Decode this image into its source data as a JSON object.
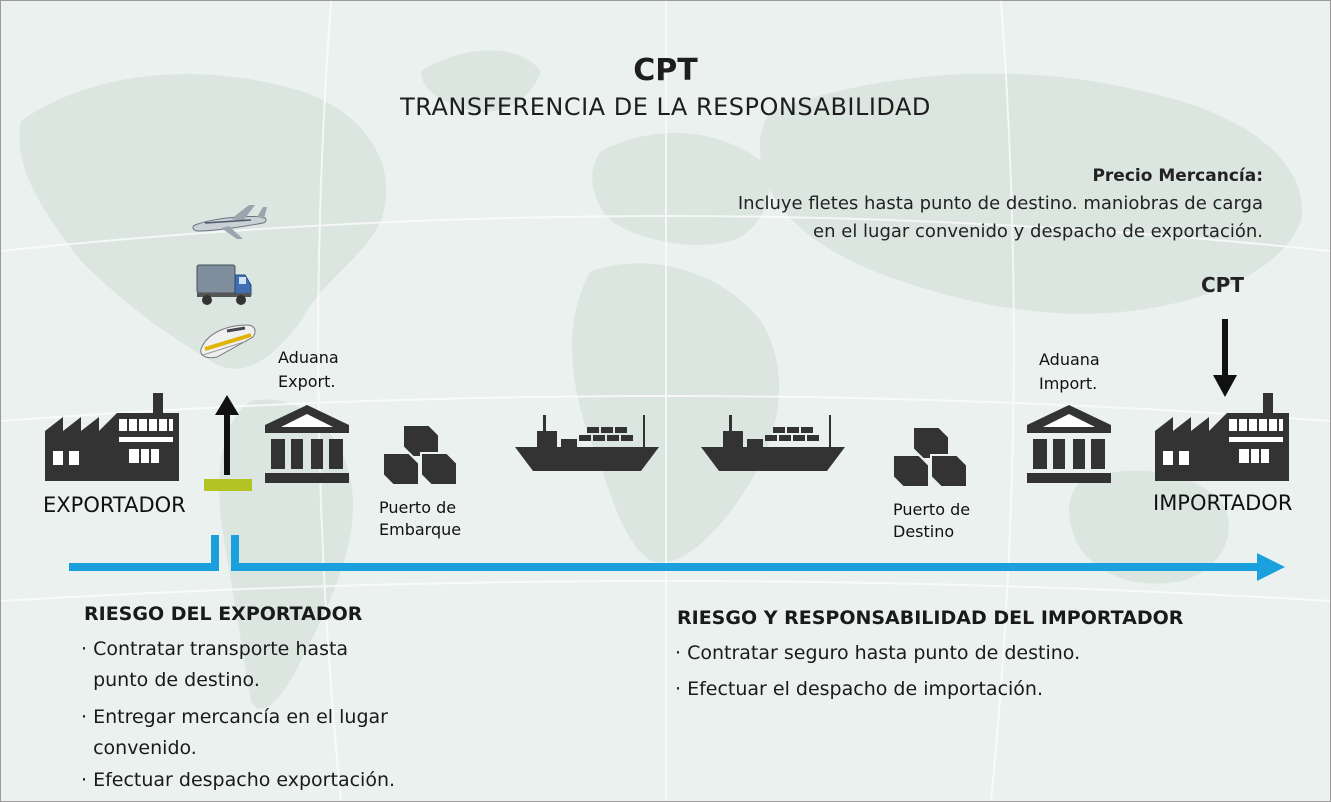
{
  "header": {
    "title": "CPT",
    "subtitle": "TRANSFERENCIA DE LA RESPONSABILIDAD"
  },
  "price_note": {
    "title": "Precio Mercancía:",
    "lines": [
      "Incluye fletes hasta punto de destino. maniobras de carga",
      "en el lugar convenido  y despacho de exportación."
    ]
  },
  "flow": {
    "exporter_label": "EXPORTADOR",
    "customs_export": [
      "Aduana",
      "Export."
    ],
    "port_loading": [
      "Puerto de",
      "Embarque"
    ],
    "port_destination": [
      "Puerto de",
      "Destino"
    ],
    "customs_import": [
      "Aduana",
      "Import."
    ],
    "importer_label": "IMPORTADOR",
    "transfer_point_label": "CPT"
  },
  "icons": {
    "exporter": "factory-icon",
    "importer": "factory-icon",
    "customs": "customs-building-icon",
    "port": "cargo-boxes-icon",
    "ship": "container-ship-icon",
    "transport": [
      "airplane-icon",
      "truck-icon",
      "train-icon"
    ]
  },
  "colors": {
    "arrow": "#1aa0dc",
    "transfer_marker": "#b3c324",
    "icon": "#333333"
  },
  "exporter_risk": {
    "title": "RIESGO DEL EXPORTADOR",
    "items": [
      "· Contratar transporte  hasta",
      "  punto de destino.",
      "· Entregar mercancía en el lugar",
      "  convenido.",
      "· Efectuar despacho exportación."
    ]
  },
  "importer_risk": {
    "title": "RIESGO Y RESPONSABILIDAD DEL IMPORTADOR",
    "items": [
      "· Contratar seguro hasta punto de destino.",
      "· Efectuar el despacho de importación."
    ]
  }
}
